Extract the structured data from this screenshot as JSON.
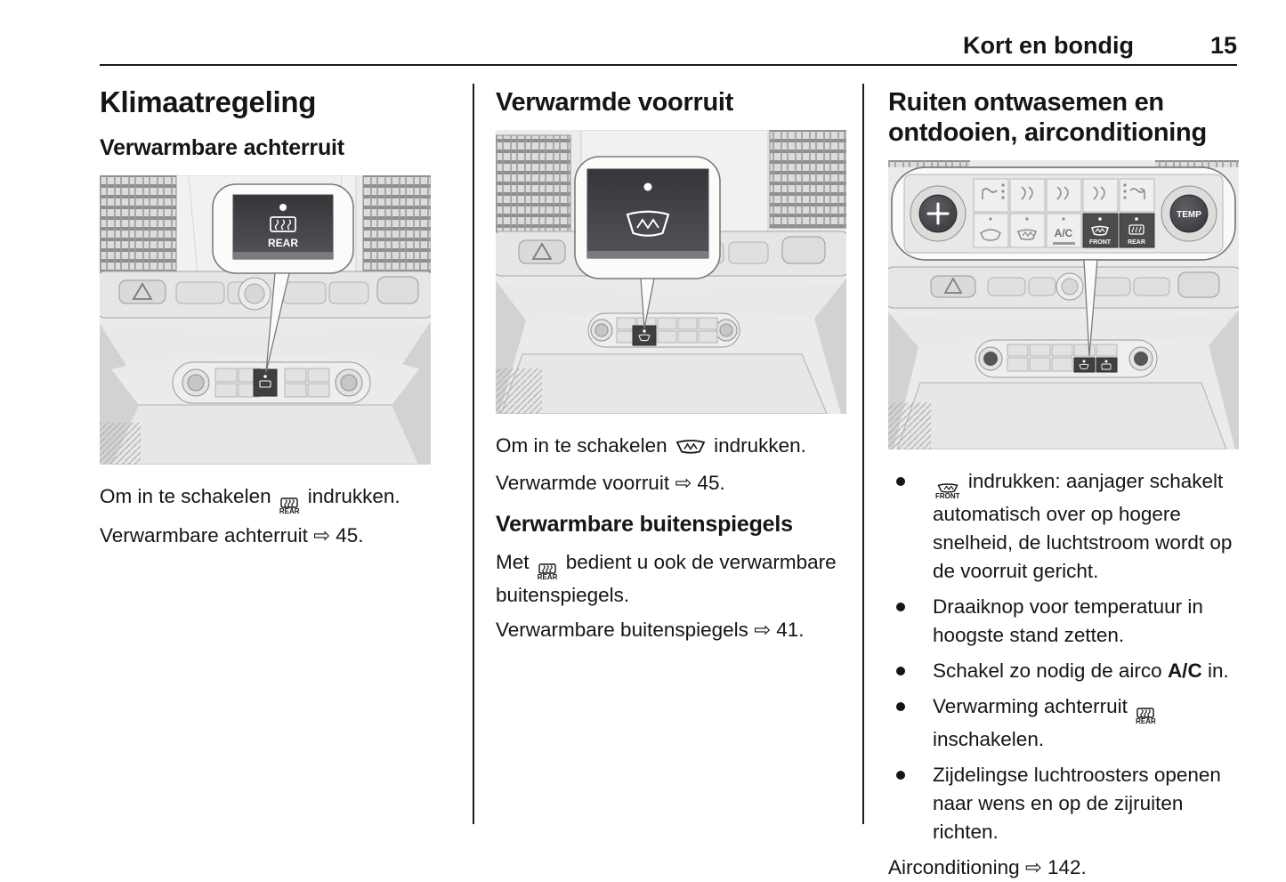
{
  "header": {
    "title": "Kort en bondig",
    "page_number": "15"
  },
  "icons": {
    "rear_label": "REAR",
    "front_label": "FRONT"
  },
  "col_climate": {
    "title": "Klimaatregeling",
    "subtitle": "Verwarmbare achterruit",
    "figure_screen_label": "REAR",
    "activate_before": "Om in te schakelen",
    "activate_after": "indrukken.",
    "reference": "Verwarmbare achterruit ⇨ 45."
  },
  "col_windshield": {
    "title": "Verwarmde voorruit",
    "activate_before": "Om in te schakelen",
    "activate_after": "indrukken.",
    "reference": "Verwarmde voorruit ⇨ 45.",
    "mirrors_subtitle": "Verwarmbare buitenspiegels",
    "mirrors_before": "Met",
    "mirrors_after": "bedient u ook de verwarmbare buitenspiegels.",
    "mirrors_reference": "Verwarmbare buitenspiegels ⇨ 41."
  },
  "col_defrost": {
    "title": "Ruiten ontwasemen en ontdooien, airconditioning",
    "panel_labels": {
      "temp": "TEMP",
      "ac": "A/C",
      "front": "FRONT",
      "rear": "REAR"
    },
    "bullet1_after": "indrukken: aanjager schakelt automatisch over op hogere snelheid, de luchtstroom wordt op de voorruit gericht.",
    "bullet2": "Draaiknop voor temperatuur in hoogste stand zetten.",
    "bullet3_before": "Schakel zo nodig de airco",
    "bullet3_bold": "A/C",
    "bullet3_after": "in.",
    "bullet4_before": "Verwarming achterruit",
    "bullet4_after": "inschakelen.",
    "bullet5": "Zijdelingse luchtroosters openen naar wens en op de zijruiten richten.",
    "reference": "Airconditioning ⇨ 142."
  }
}
